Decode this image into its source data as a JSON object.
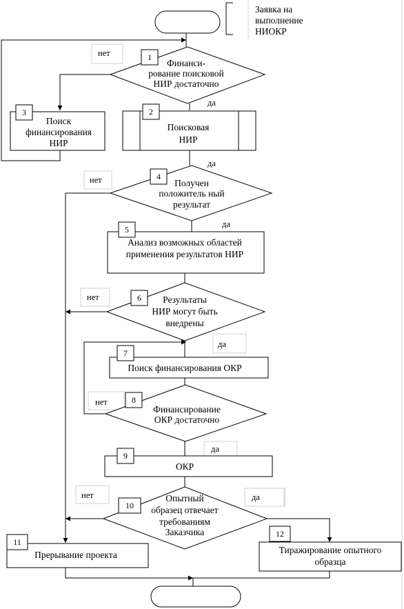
{
  "note": [
    "Заявка на",
    "выполнение",
    "НИОКР"
  ],
  "labels": {
    "yes": "да",
    "no": "нет"
  },
  "blocks": [
    {
      "num": "1",
      "lines": [
        "Финанси-",
        "рование поисковой",
        "НИР достаточно"
      ]
    },
    {
      "num": "2",
      "lines": [
        "Поисковая",
        "НИР"
      ]
    },
    {
      "num": "3",
      "lines": [
        "Поиск",
        "финансирования",
        "НИР"
      ]
    },
    {
      "num": "4",
      "lines": [
        "Получен",
        "положитель ный",
        "результат"
      ]
    },
    {
      "num": "5",
      "lines": [
        "Анализ возможных областей",
        "применения результатов НИР"
      ]
    },
    {
      "num": "6",
      "lines": [
        "Результаты",
        "НИР могут быть",
        "внедрены"
      ]
    },
    {
      "num": "7",
      "lines": [
        "Поиск финансирования ОКР"
      ]
    },
    {
      "num": "8",
      "lines": [
        "Финансирование",
        "ОКР достаточно"
      ]
    },
    {
      "num": "9",
      "lines": [
        "ОКР"
      ]
    },
    {
      "num": "10",
      "lines": [
        "Опытный",
        "образец отвечает",
        "требованиям",
        "Заказчика"
      ]
    },
    {
      "num": "11",
      "lines": [
        "Прерывание проекта"
      ]
    },
    {
      "num": "12",
      "lines": [
        "Тиражирование опытного",
        "образца"
      ]
    }
  ]
}
